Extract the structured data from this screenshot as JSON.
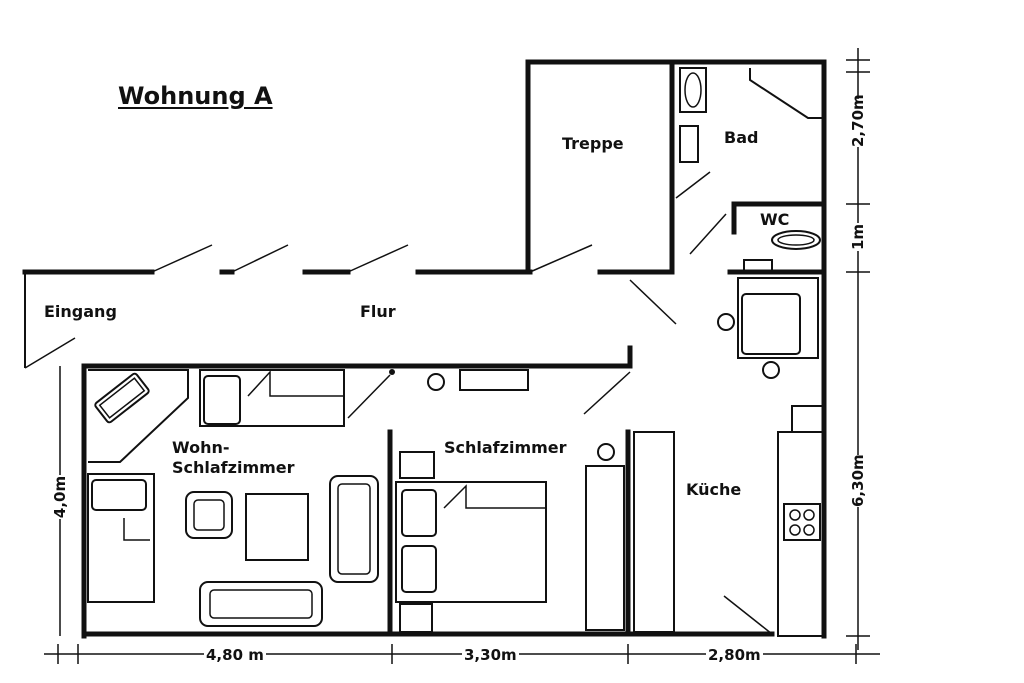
{
  "title": "Wohnung A",
  "rooms": {
    "treppe": "Treppe",
    "bad": "Bad",
    "wc": "WC",
    "eingang": "Eingang",
    "flur": "Flur",
    "wohn_line1": "Wohn-",
    "wohn_line2": "Schlafzimmer",
    "schlafzimmer": "Schlafzimmer",
    "kueche": "Küche"
  },
  "dimensions": {
    "bottom_left": "4,80 m",
    "bottom_mid": "3,30m",
    "bottom_right": "2,80m",
    "right_top": "2,70m",
    "right_mid": "1m",
    "right_bottom": "6,30m",
    "left": "4,0m"
  }
}
